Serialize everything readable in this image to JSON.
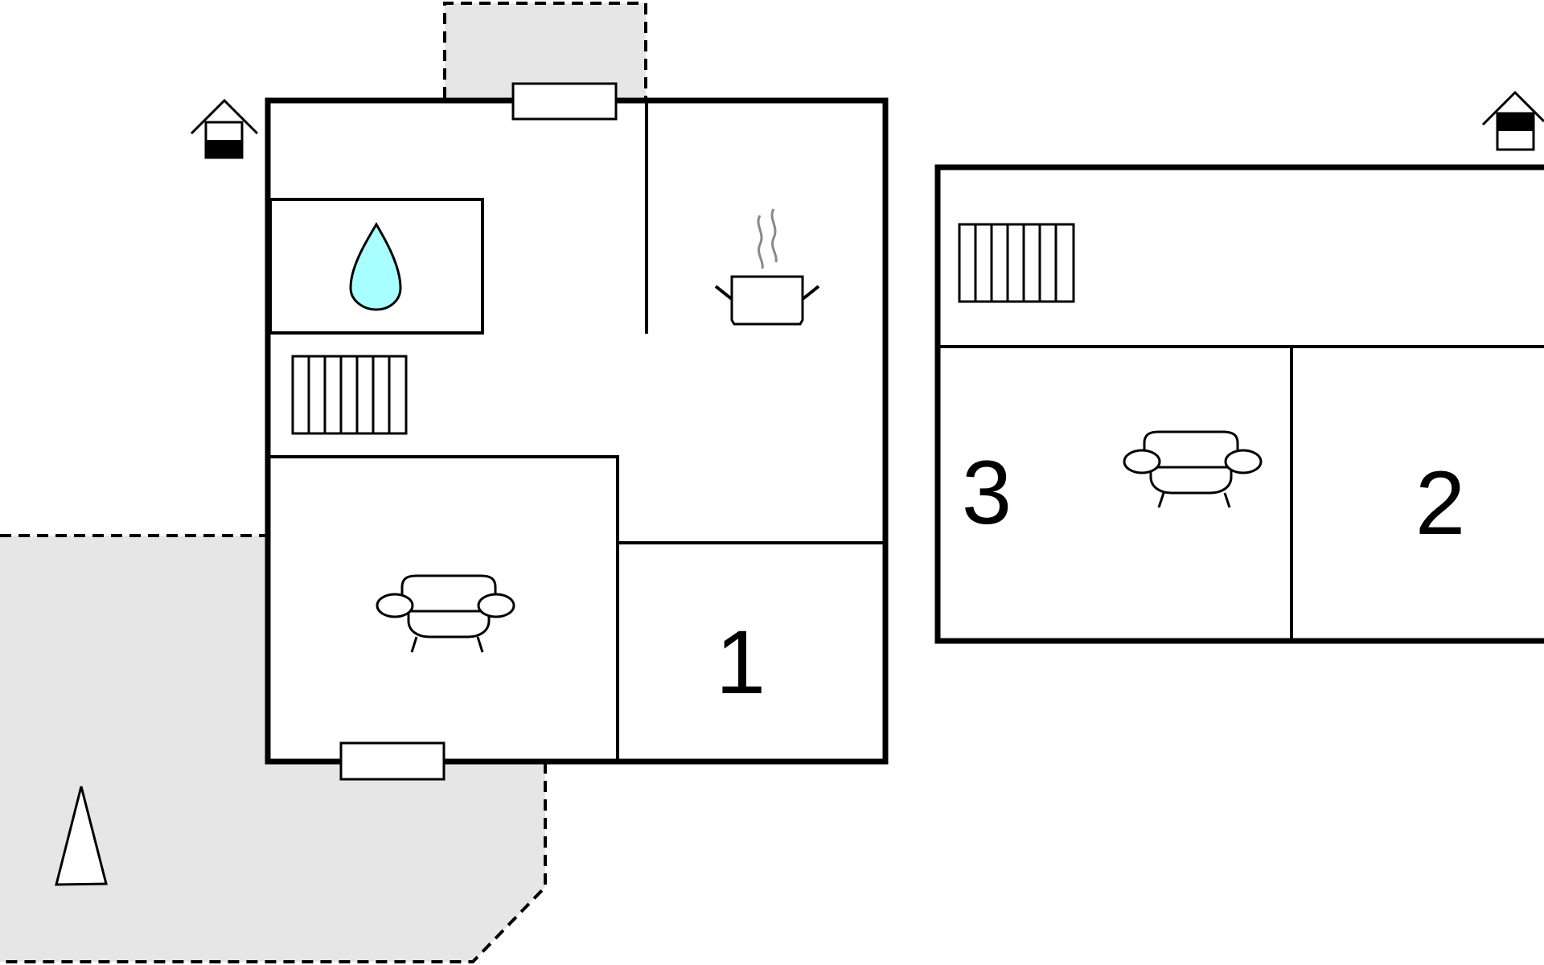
{
  "floor_plan": {
    "ground_floor": {
      "rooms": [
        {
          "id": "bathroom",
          "icon": "water-drop-icon"
        },
        {
          "id": "kitchen",
          "icon": "cooking-pot-icon"
        },
        {
          "id": "stairs",
          "icon": "stairs-icon"
        },
        {
          "id": "living-room",
          "icon": "sofa-icon"
        },
        {
          "id": "bedroom-1",
          "label": "1"
        }
      ],
      "level_icon": "house-ground-floor-icon"
    },
    "upper_floor": {
      "rooms": [
        {
          "id": "stairs",
          "icon": "stairs-icon"
        },
        {
          "id": "bedroom-3",
          "label": "3"
        },
        {
          "id": "lounge",
          "icon": "sofa-icon"
        },
        {
          "id": "bedroom-2",
          "label": "2"
        }
      ],
      "level_icon": "house-upper-floor-icon"
    },
    "outdoor": {
      "terrace_icon": "tree-icon"
    },
    "colors": {
      "wall": "#000000",
      "terrace_fill": "#e6e6e6",
      "water": "#a8ffff",
      "steam": "#888888"
    }
  }
}
